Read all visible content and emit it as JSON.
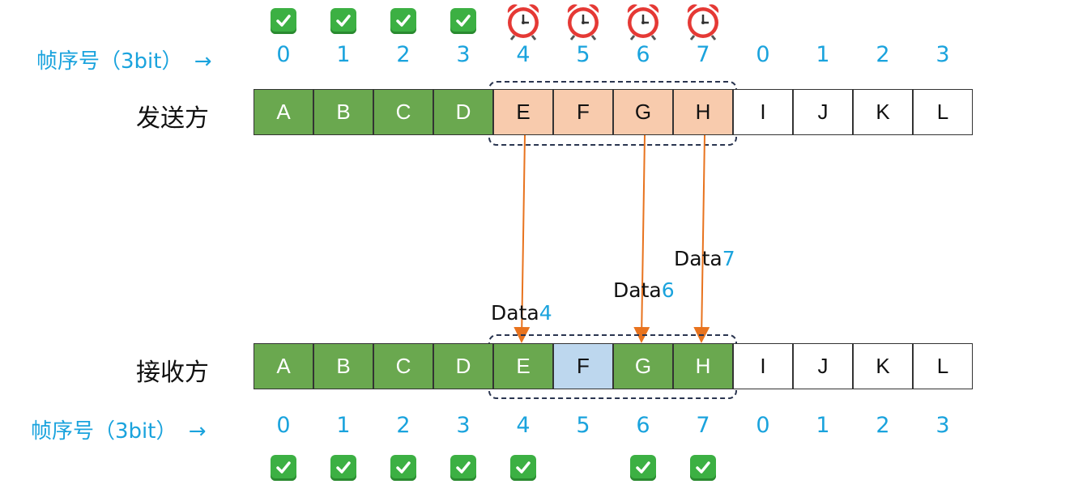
{
  "sender": {
    "label": "发送方",
    "seq_label": "帧序号（3bit）",
    "frames": [
      {
        "letter": "A",
        "state": "acked"
      },
      {
        "letter": "B",
        "state": "acked"
      },
      {
        "letter": "C",
        "state": "acked"
      },
      {
        "letter": "D",
        "state": "acked"
      },
      {
        "letter": "E",
        "state": "window"
      },
      {
        "letter": "F",
        "state": "window"
      },
      {
        "letter": "G",
        "state": "window"
      },
      {
        "letter": "H",
        "state": "window"
      },
      {
        "letter": "I",
        "state": "none"
      },
      {
        "letter": "J",
        "state": "none"
      },
      {
        "letter": "K",
        "state": "none"
      },
      {
        "letter": "L",
        "state": "none"
      }
    ],
    "seq_numbers": [
      "0",
      "1",
      "2",
      "3",
      "4",
      "5",
      "6",
      "7",
      "0",
      "1",
      "2",
      "3"
    ],
    "status_icons": [
      "check",
      "check",
      "check",
      "check",
      "clock",
      "clock",
      "clock",
      "clock"
    ]
  },
  "receiver": {
    "label": "接收方",
    "seq_label": "帧序号（3bit）",
    "frames": [
      {
        "letter": "A",
        "state": "received"
      },
      {
        "letter": "B",
        "state": "received"
      },
      {
        "letter": "C",
        "state": "received"
      },
      {
        "letter": "D",
        "state": "received"
      },
      {
        "letter": "E",
        "state": "received"
      },
      {
        "letter": "F",
        "state": "window"
      },
      {
        "letter": "G",
        "state": "received"
      },
      {
        "letter": "H",
        "state": "received"
      },
      {
        "letter": "I",
        "state": "none"
      },
      {
        "letter": "J",
        "state": "none"
      },
      {
        "letter": "K",
        "state": "none"
      },
      {
        "letter": "L",
        "state": "none"
      }
    ],
    "seq_numbers": [
      "0",
      "1",
      "2",
      "3",
      "4",
      "5",
      "6",
      "7",
      "0",
      "1",
      "2",
      "3"
    ],
    "status_icons": [
      "check",
      "check",
      "check",
      "check",
      "check",
      "none",
      "check",
      "check"
    ]
  },
  "transmissions": [
    {
      "word": "Data",
      "num": "4",
      "frame_index": 4
    },
    {
      "word": "Data",
      "num": "6",
      "frame_index": 6
    },
    {
      "word": "Data",
      "num": "7",
      "frame_index": 7
    }
  ],
  "colors": {
    "acked_green": "#6aa84f",
    "sender_window": "#f8cbad",
    "receiver_window": "#bdd7ee",
    "arrow": "#e8731e",
    "seq_blue": "#1aa3dd"
  }
}
